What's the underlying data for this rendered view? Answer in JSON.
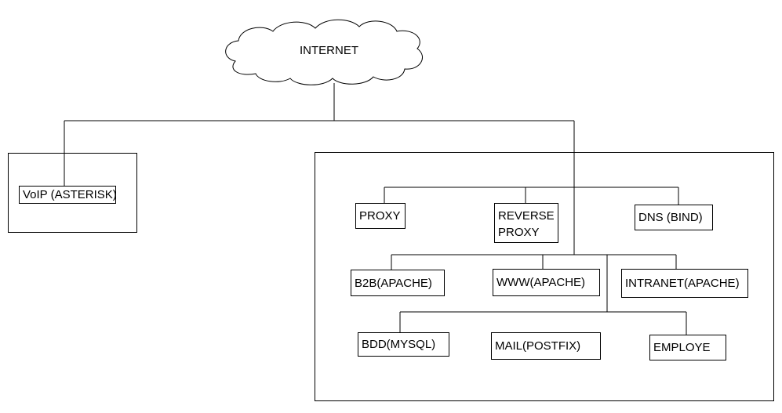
{
  "cloud": {
    "label": "INTERNET"
  },
  "voip": {
    "label": "VoIP (ASTERISK)"
  },
  "servers": {
    "proxy": "PROXY",
    "reverse_proxy_line1": "REVERSE",
    "reverse_proxy_line2": "PROXY",
    "dns": "DNS (BIND)",
    "b2b": "B2B(APACHE)",
    "www": "WWW(APACHE)",
    "intranet": "INTRANET(APACHE)",
    "bdd": "BDD(MYSQL)",
    "mail": "MAIL(POSTFIX)",
    "employe": "EMPLOYE"
  }
}
